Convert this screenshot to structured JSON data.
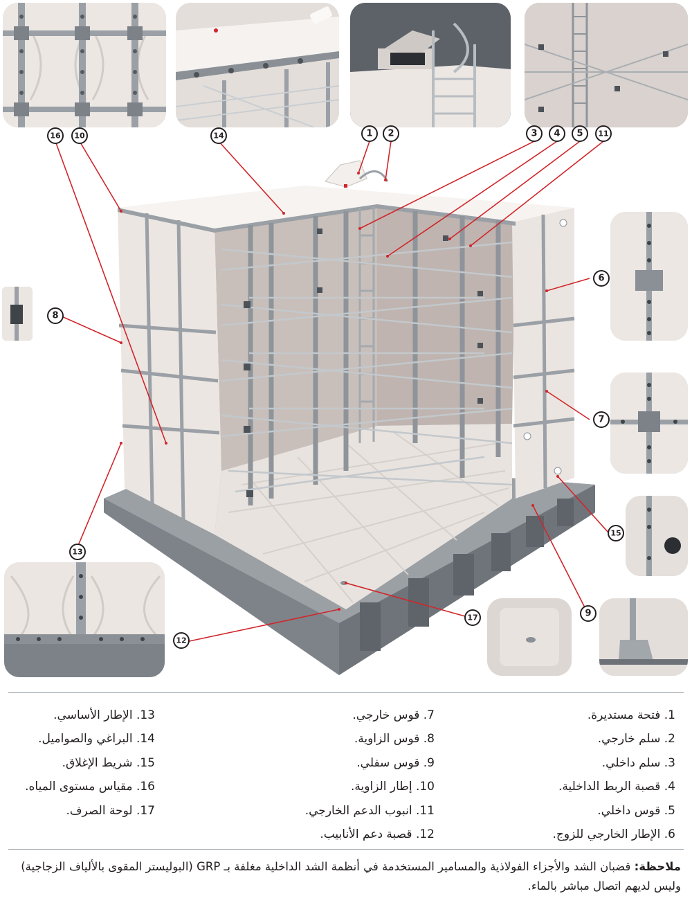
{
  "callouts": [
    "1",
    "2",
    "3",
    "4",
    "5",
    "11",
    "6",
    "7",
    "8",
    "9",
    "10",
    "12",
    "13",
    "14",
    "15",
    "16",
    "17"
  ],
  "legend": {
    "col1": [
      "1. فتحة مستديرة.",
      "2. سلم خارجي.",
      "3. سلم داخلي.",
      "4. قصبة الربط الداخلية.",
      "5. قوس داخلي.",
      "6. الإطار الخارجي للزوج."
    ],
    "col2": [
      "7. قوس خارجي.",
      "8. قوس الزاوية.",
      "9. قوس سفلي.",
      "10. إطار الزاوية.",
      "11. انبوب الدعم الخارجي.",
      "12. قصبة دعم الأنابيب."
    ],
    "col3": [
      "13. الإطار الأساسي.",
      "14. البراغي والصواميل.",
      "15. شريط الإغلاق.",
      "16. مقياس مستوى المياه.",
      "17. لوحة الصرف."
    ]
  },
  "note": {
    "label": "ملاحظة:",
    "text": "قضبان الشد والأجزاء الفولاذية والمسامير المستخدمة في أنظمة الشد الداخلية مغلفة بـ GRP (البوليستر المقوى بالألياف الزجاجية) وليس لديهم اتصال مباشر بالماء."
  },
  "colors": {
    "leader": "#d0262b",
    "panel": "#ede8e4",
    "steel": "#8e949a",
    "base": "#7d8288"
  }
}
